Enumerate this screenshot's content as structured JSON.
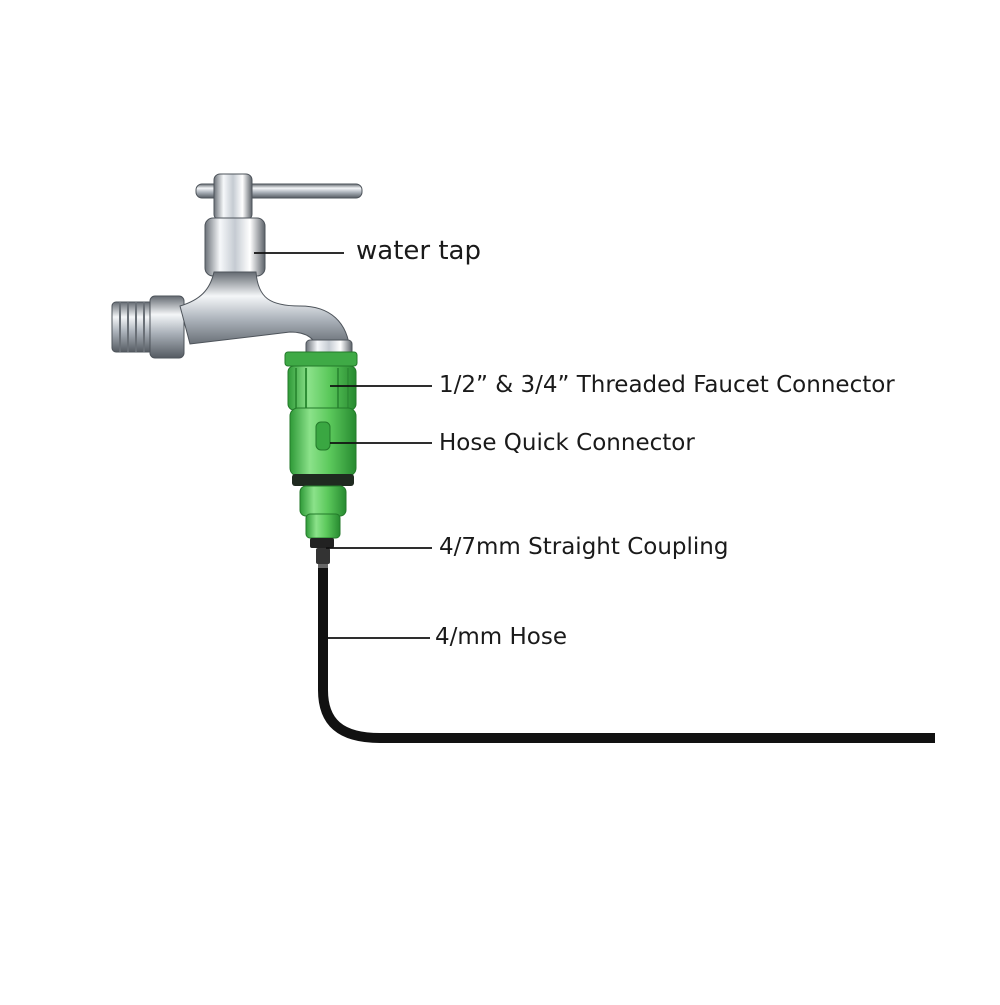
{
  "labels": {
    "water_tap": "water tap",
    "faucet_connector": "1/2” & 3/4” Threaded Faucet Connector",
    "quick_connector": "Hose Quick Connector",
    "straight_coupling": "4/7mm Straight Coupling",
    "hose": "4/mm Hose"
  },
  "colors": {
    "background": "#ffffff",
    "chrome_light": "#f4f6f8",
    "chrome_dark": "#5a6068",
    "connector_green": "#5cc95c",
    "connector_green_dark": "#2e8f34",
    "hose_black": "#111111",
    "leader_line": "#111111"
  },
  "icons": [
    "water-tap-icon",
    "faucet-connector-icon",
    "quick-connector-icon",
    "coupling-icon",
    "hose-icon"
  ]
}
